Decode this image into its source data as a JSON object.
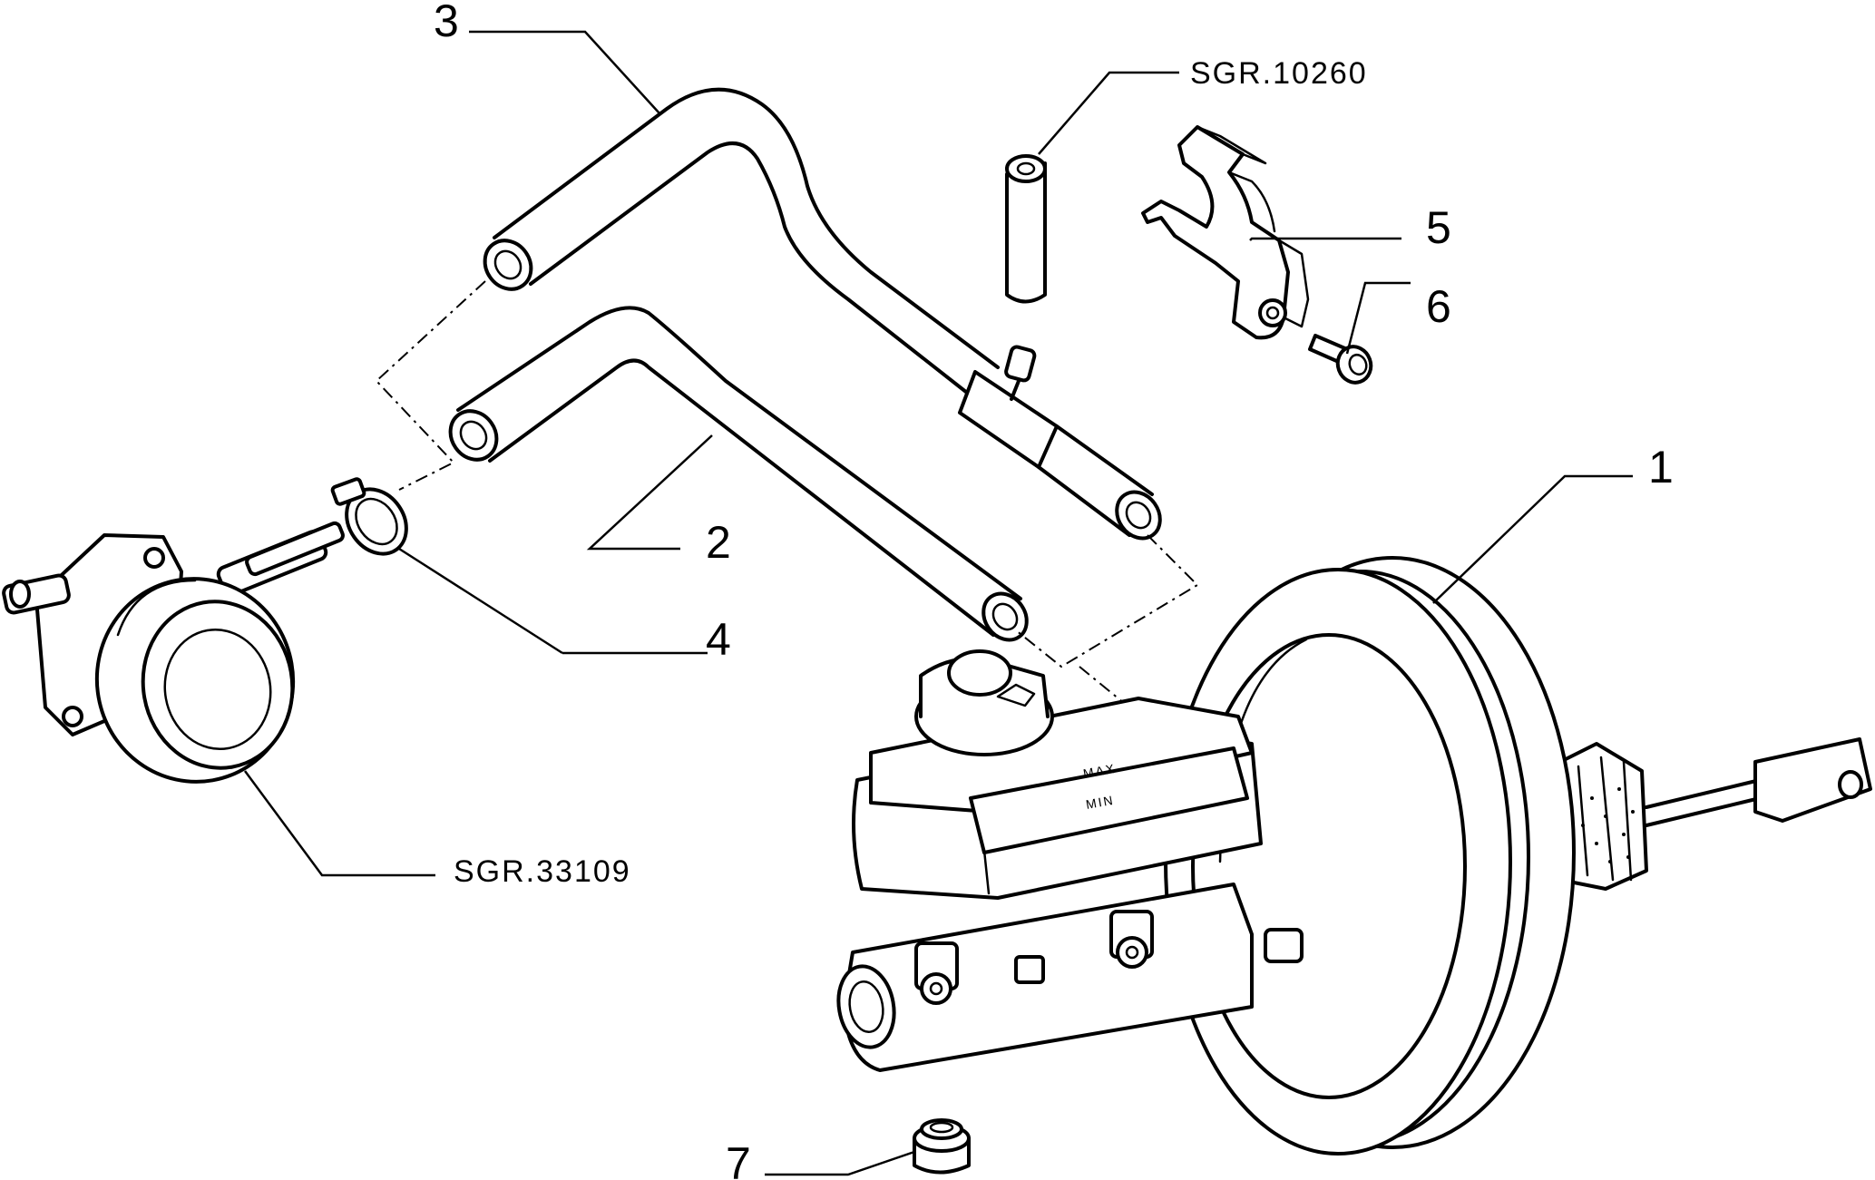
{
  "callouts": {
    "c1": "1",
    "c2": "2",
    "c3": "3",
    "c4": "4",
    "c5": "5",
    "c6": "6",
    "c7": "7"
  },
  "references": {
    "top": "SGR.10260",
    "left": "SGR.33109"
  },
  "reservoir_marks": {
    "max": "MAX",
    "min": "MIN"
  }
}
